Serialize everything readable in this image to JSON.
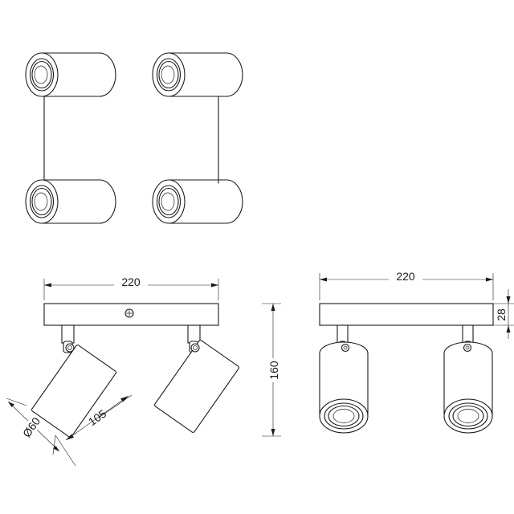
{
  "diagram": {
    "type": "technical-drawing",
    "subject": "twin-spot ceiling light bar",
    "views": [
      "top",
      "side",
      "front"
    ],
    "colors": {
      "line": "#1a1a1a",
      "background": "#ffffff"
    }
  },
  "dimensions": {
    "side_view": {
      "width": "220",
      "height": "160",
      "spot_length": "105",
      "spot_diameter": "Ø60"
    },
    "front_view": {
      "width": "220",
      "base_height": "28"
    }
  }
}
